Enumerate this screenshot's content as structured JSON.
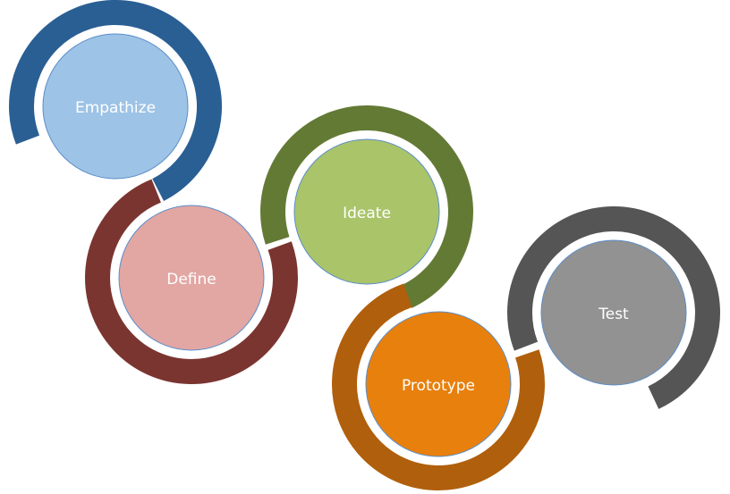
{
  "title": "Design Thinking Process",
  "stages": [
    {
      "label": "Empathize",
      "ring_color": "#2a5f94",
      "fill_color": "#9dc3e6"
    },
    {
      "label": "Define",
      "ring_color": "#7b3530",
      "fill_color": "#e2a6a3"
    },
    {
      "label": "Ideate",
      "ring_color": "#637a35",
      "fill_color": "#aac46a"
    },
    {
      "label": "Prototype",
      "ring_color": "#b05f0c",
      "fill_color": "#e8800d"
    },
    {
      "label": "Test",
      "ring_color": "#555555",
      "fill_color": "#929292"
    }
  ]
}
